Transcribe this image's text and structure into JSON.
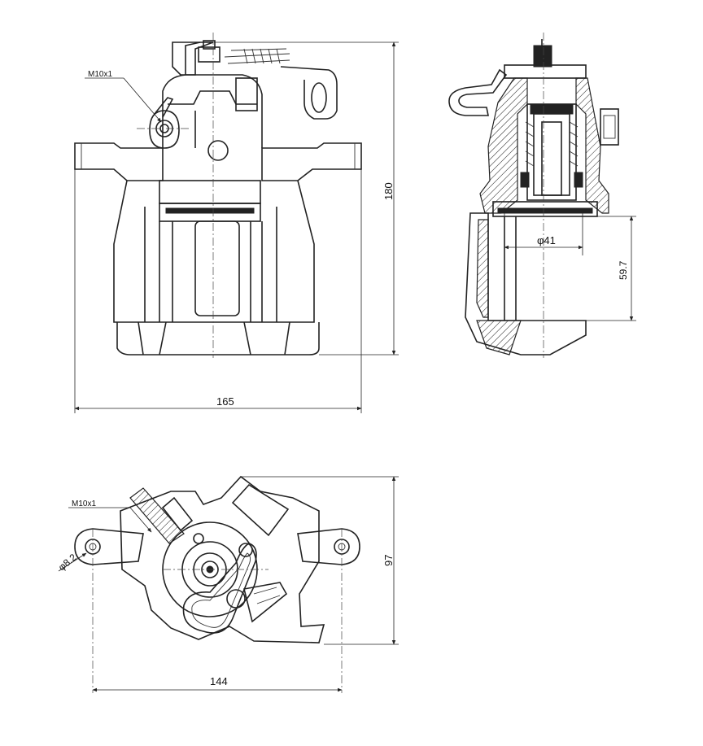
{
  "labels": {
    "thread_front": "M10x1",
    "thread_bottom": "M10x1",
    "height": "180",
    "width": "165",
    "piston_diameter": "φ41",
    "depth": "59.7",
    "hole_diameter": "φ8.2",
    "height_bottom": "97",
    "mount_spacing": "144"
  },
  "colors": {
    "line": "#222222",
    "background": "#ffffff"
  }
}
